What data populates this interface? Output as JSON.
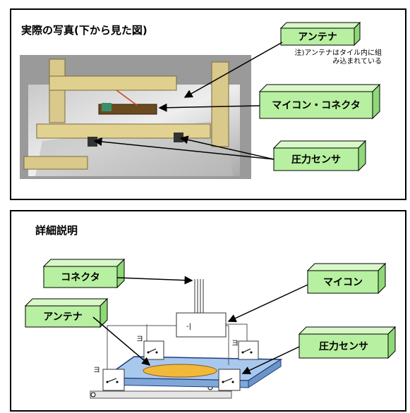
{
  "top_panel": {
    "title": "実際の写真(下から見た図)",
    "note_line1": "注)アンテナはタイル内に組",
    "note_line2": "み込まれている",
    "labels": {
      "antenna": "アンテナ",
      "microcontroller_connector": "マイコン・コネクタ",
      "pressure_sensor": "圧力センサ"
    }
  },
  "bottom_panel": {
    "title": "詳細説明",
    "labels": {
      "connector": "コネクタ",
      "microcontroller": "マイコン",
      "antenna": "アンテナ",
      "pressure_sensor": "圧力センサ"
    }
  },
  "colors": {
    "label_box_face": "#b7f0a0",
    "label_box_top": "#d8f8c8",
    "label_box_side": "#8fd878",
    "tile_blue": "#a9c8ee",
    "antenna_ellipse": "#f2b83a"
  }
}
